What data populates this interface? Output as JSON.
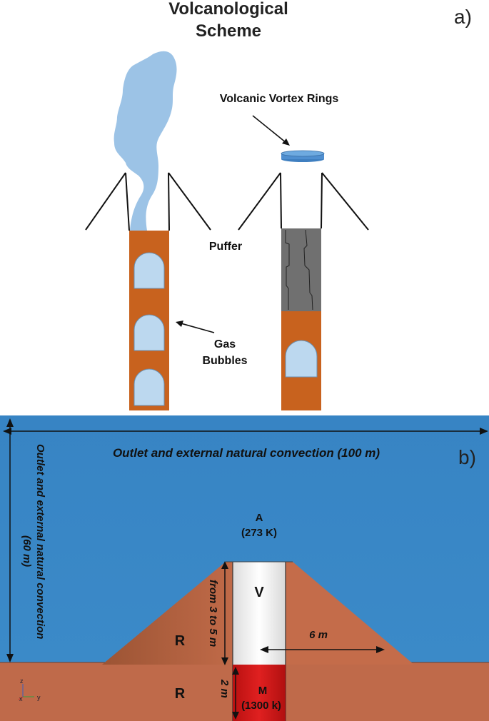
{
  "panel_a": {
    "title_line1": "Volcanological",
    "title_line2": "Scheme",
    "panel_label": "a)",
    "vortex_label": "Volcanic Vortex Rings",
    "puffer_label": "Puffer",
    "gas_line1": "Gas",
    "gas_line2": "Bubbles"
  },
  "panel_b": {
    "panel_label": "b)",
    "top_label": "Outlet and external natural convection (100 m)",
    "side_label_line1": "Outlet and external natural convection",
    "side_label_line2": "(60 m)",
    "air_label": "A",
    "air_temp": "(273 K)",
    "vent_label": "V",
    "rock_label_upper": "R",
    "rock_label_lower": "R",
    "magma_label": "M",
    "magma_temp": "(1300 k)",
    "height_label": "from 3 to 5 m",
    "width_label": "6 m",
    "depth_label": "2 m",
    "axis_z": "z",
    "axis_x": "x",
    "axis_y": "y"
  },
  "colors": {
    "conduit": "#c8621e",
    "bubble": "#bcd8ef",
    "plume": "#9cc3e6",
    "plug": "#707070",
    "sky": "#3a86c6",
    "ground": "#bf6a4a",
    "magma": "#d21c1c",
    "vent": "#f4f4f4"
  }
}
